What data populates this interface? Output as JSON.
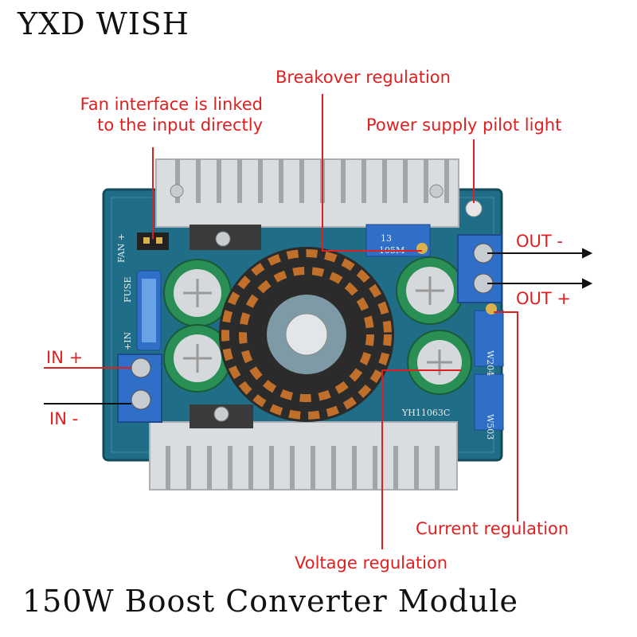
{
  "brand": "YXD WISH",
  "caption": "150W Boost Converter Module",
  "callouts": {
    "fan": [
      "Fan interface is linked",
      "to the input directly"
    ],
    "breakover": "Breakover regulation",
    "pilot": "Power supply pilot light",
    "out_minus": "OUT -",
    "out_plus": "OUT +",
    "in_plus": "IN +",
    "in_minus": "IN -",
    "current": "Current regulation",
    "voltage": "Voltage regulation"
  },
  "board_marks": {
    "fan": "FAN +",
    "fuse": "FUSE",
    "in": "+IN",
    "model": "YH11063C",
    "pot1": "W204",
    "pot2": "W503",
    "pot3": "105M",
    "pot_num": "13"
  },
  "colors": {
    "label": "#e02020",
    "board": "#1f6d86",
    "heatsink": "#d9dde0",
    "terminal": "#2f6fc7",
    "coil": "#c0702a"
  }
}
